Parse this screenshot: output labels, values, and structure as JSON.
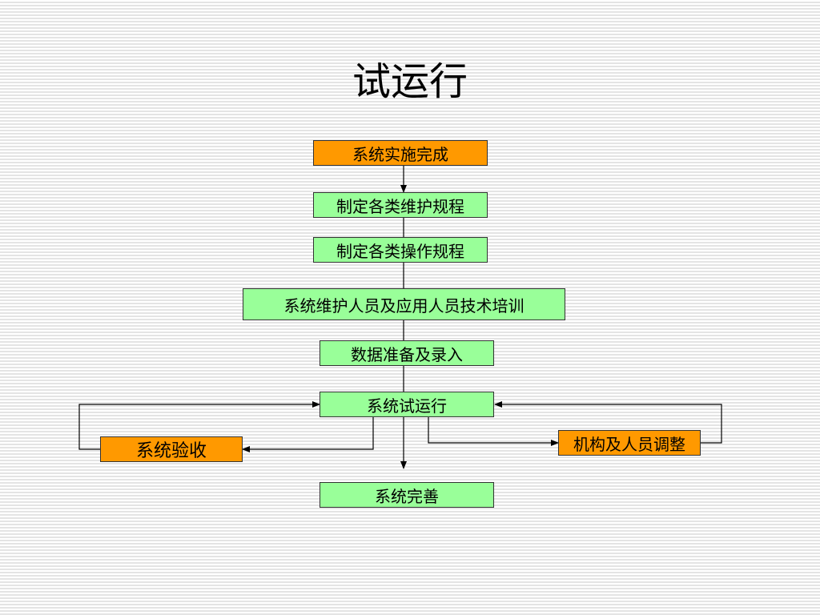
{
  "title": "试运行",
  "colors": {
    "orange_box": "#ff9900",
    "green_box": "#99ff99",
    "border": "#333333",
    "arrow": "#000000"
  },
  "steps": {
    "implementation_complete": "系统实施完成",
    "maintenance_rules": "制定各类维护规程",
    "operation_rules": "制定各类操作规程",
    "training": "系统维护人员及应用人员技术培训",
    "data_prep": "数据准备及录入",
    "trial_run": "系统试运行",
    "acceptance": "系统验收",
    "adjustment": "机构及人员调整",
    "improvement": "系统完善"
  }
}
